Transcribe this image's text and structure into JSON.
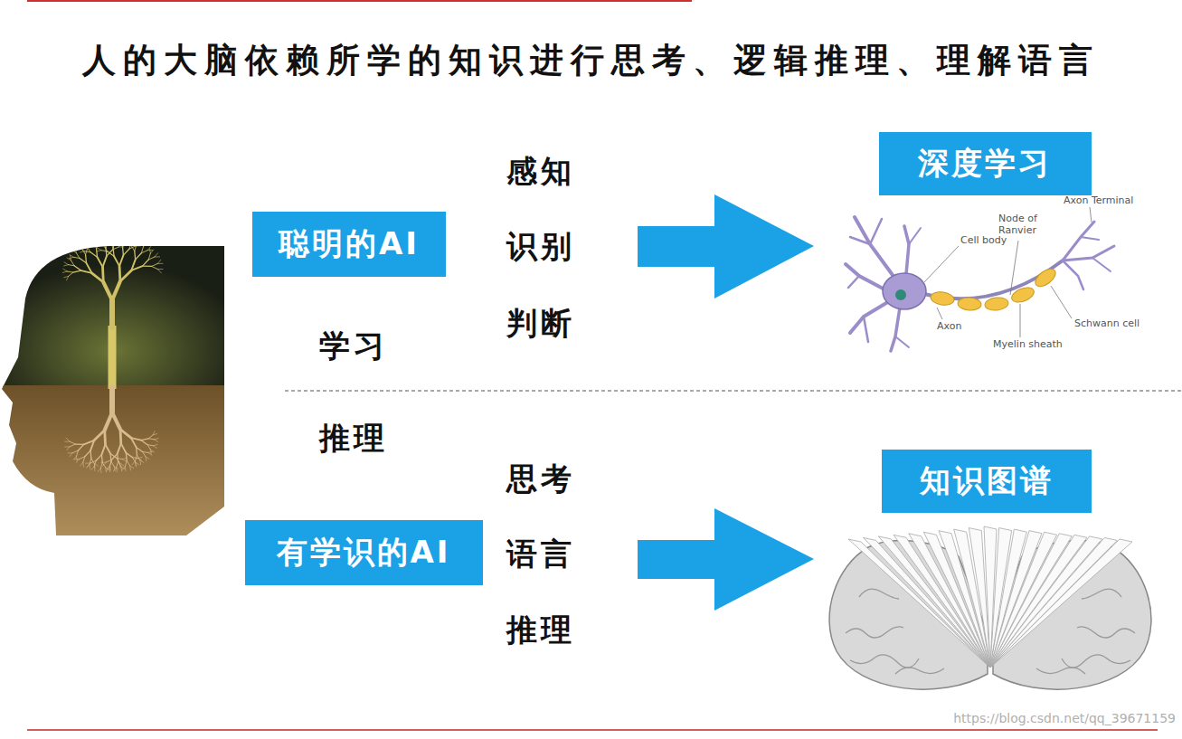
{
  "diagram": {
    "title": "人的大脑依赖所学的知识进行思考、逻辑推理、理解语言",
    "nodes": [
      {
        "text": [
          "聪明的AI"
        ]
      },
      {
        "text": [
          "深度学习"
        ]
      },
      {
        "text": [
          "有学识的AI"
        ]
      },
      {
        "text": [
          "知识图谱"
        ]
      }
    ],
    "labels": [
      "感知",
      "识别",
      "判断",
      "学习",
      "推理",
      "Axon Terminal",
      "Node of Ranvier",
      "Cell body",
      "Axon",
      "Schwann cell",
      "Myelin sheath",
      "思考",
      "语言",
      "推理",
      "https://blog.csdn.net/qq_39671159"
    ]
  }
}
